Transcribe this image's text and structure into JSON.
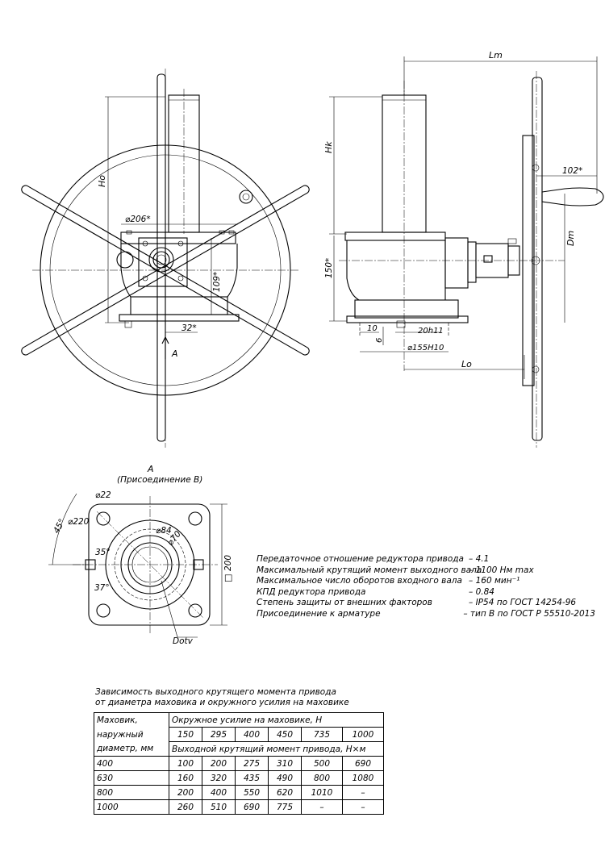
{
  "dims": {
    "Lm": "Lm",
    "Hk": "Hk",
    "Ho": "Ho",
    "d206": "⌀206*",
    "d109": "109*",
    "d32": "32*",
    "d102": "102*",
    "Dm": "Dm",
    "d150": "150*",
    "d10": "10",
    "d6": "6",
    "d20h11": "20h11",
    "d155": "⌀155H10",
    "Lo": "Lo",
    "view_A_mark": "A",
    "d22": "⌀22",
    "d220": "⌀220",
    "d45": "45°",
    "d84": "⌀84",
    "d70": "⌀70",
    "d35": "35°",
    "d37": "37°",
    "d200": "200",
    "sq": "□",
    "dotv": "Dotv"
  },
  "view_A": {
    "title": "A",
    "subtitle": "(Присоединение В)"
  },
  "specs": [
    {
      "label": "Передаточное отношение редуктора привода",
      "value": "– 4.1"
    },
    {
      "label": "Максимальный крутящий момент выходного вала",
      "value": "– 1100 Нм max"
    },
    {
      "label": "Максимальное число оборотов входного вала",
      "value": "– 160 мин⁻¹"
    },
    {
      "label": "КПД редуктора привода",
      "value": "– 0.84"
    },
    {
      "label": "Степень защиты от внешних факторов",
      "value": "– IP54 по ГОСТ 14254-96"
    },
    {
      "label": "Присоединение к арматуре",
      "value": "– тип В по ГОСТ Р 55510-2013"
    }
  ],
  "table": {
    "caption_line1": "Зависимость выходного крутящего момента привода",
    "caption_line2": "от диаметра маховика и окружного усилия на маховике",
    "rowhead_1": "Маховик,",
    "rowhead_2": "наружный",
    "rowhead_3": "диаметр, мм",
    "force_header": "Окружное усилие на маховике, Н",
    "torque_header": "Выходной крутящий момент привода, Н×м",
    "forces": [
      "150",
      "295",
      "400",
      "450",
      "735",
      "1000"
    ],
    "rows": [
      {
        "d": "400",
        "v": [
          "100",
          "200",
          "275",
          "310",
          "500",
          "690"
        ]
      },
      {
        "d": "630",
        "v": [
          "160",
          "320",
          "435",
          "490",
          "800",
          "1080"
        ]
      },
      {
        "d": "800",
        "v": [
          "200",
          "400",
          "550",
          "620",
          "1010",
          "–"
        ]
      },
      {
        "d": "1000",
        "v": [
          "260",
          "510",
          "690",
          "775",
          "–",
          "–"
        ]
      }
    ]
  }
}
